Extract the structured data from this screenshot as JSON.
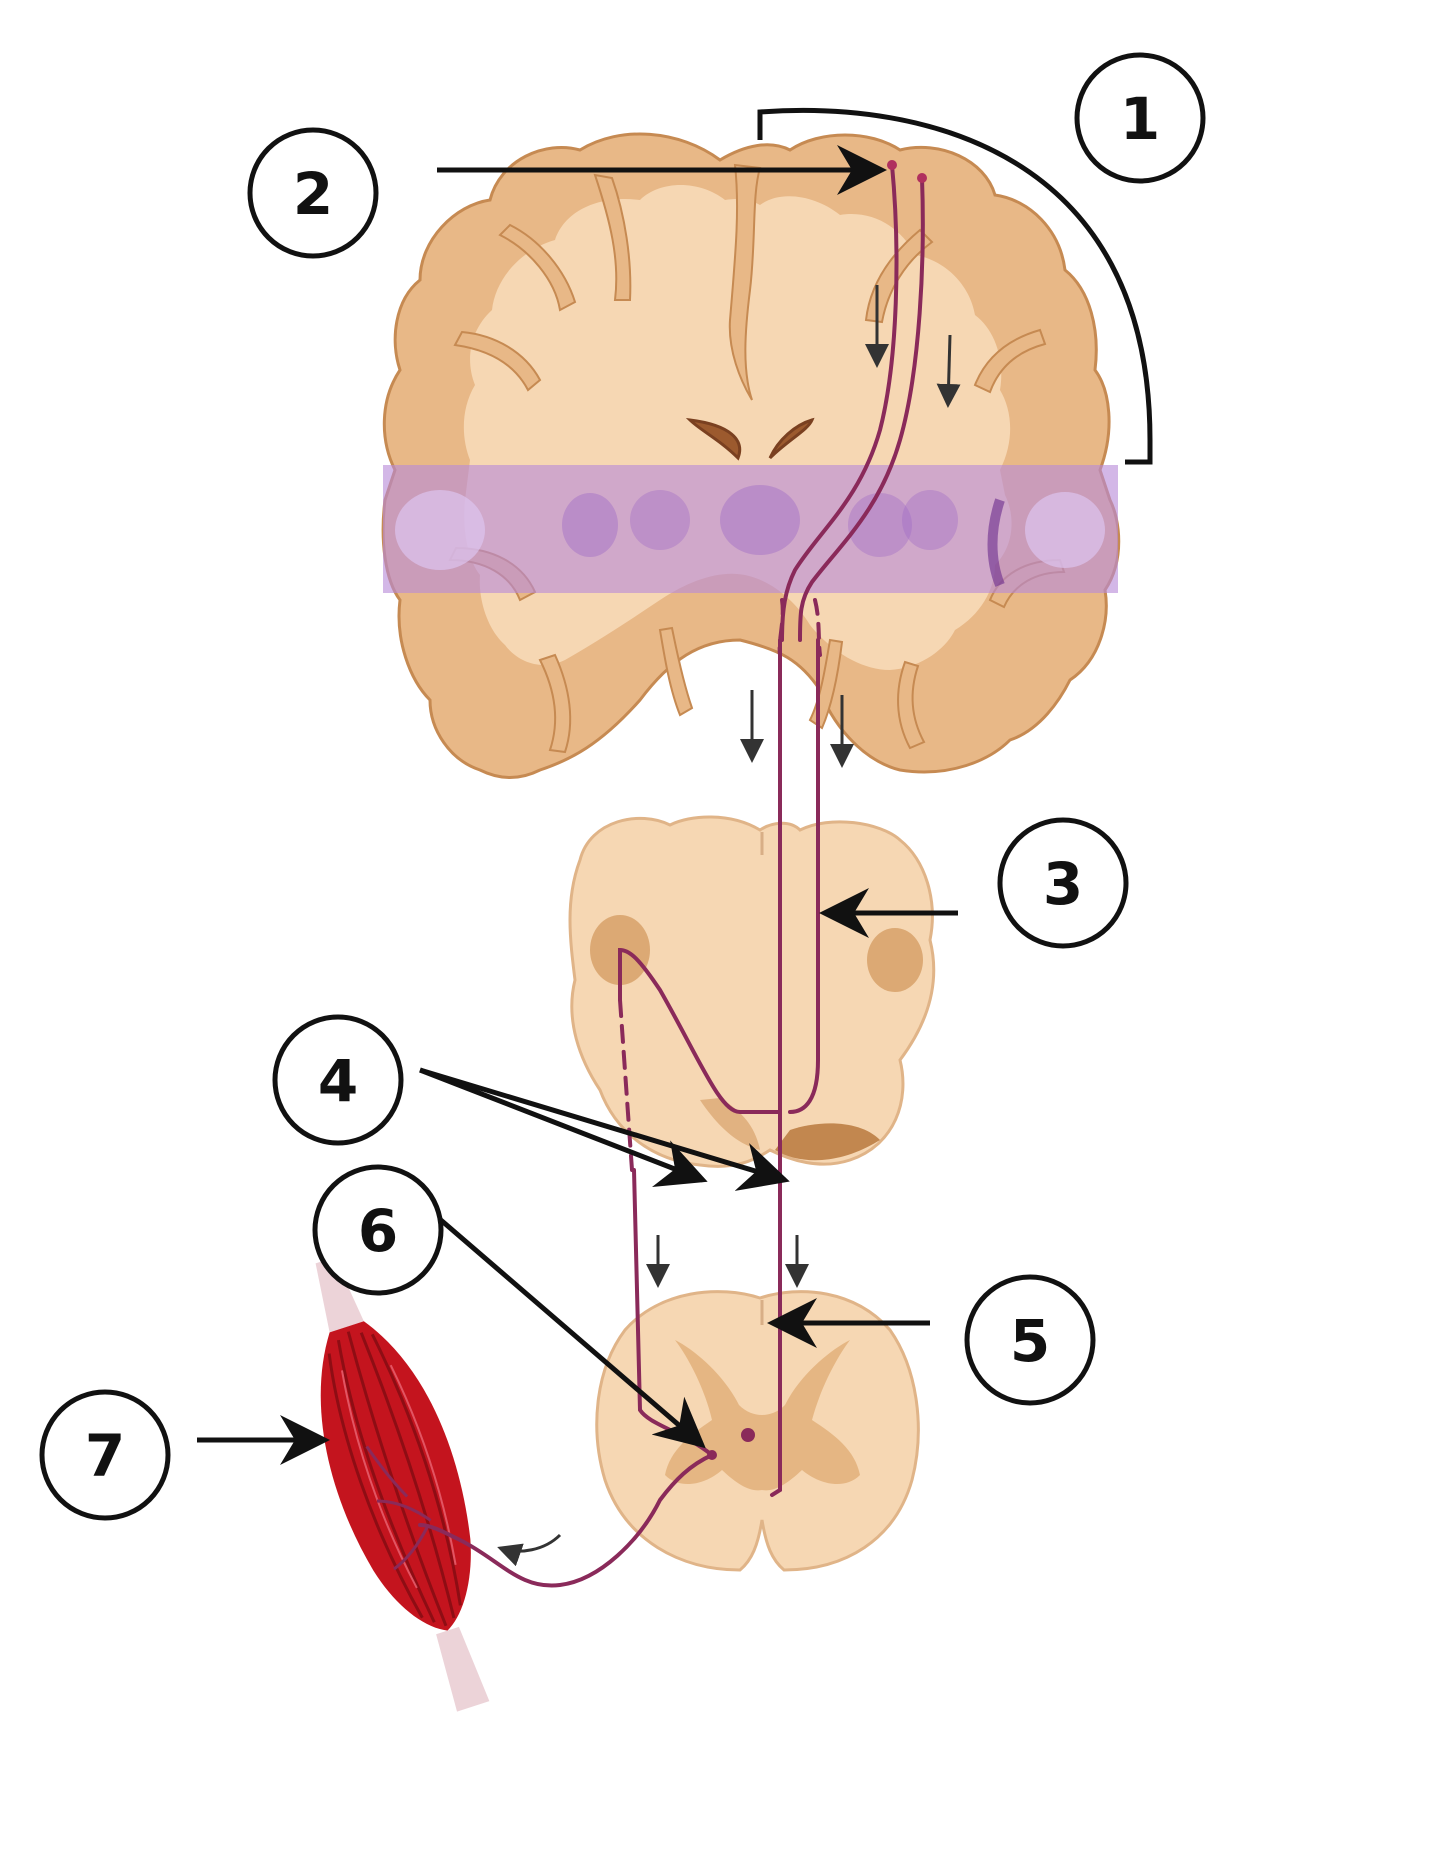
{
  "colors": {
    "tissue_light": "#f6d7b3",
    "tissue_mid": "#e8b887",
    "tissue_dark": "#d39a5f",
    "tissue_outline": "#c68a52",
    "band": "#b88ad8",
    "band_light": "#ddc4f0",
    "tract": "#8a2a5a",
    "muscle": "#c4141e",
    "muscle_dark": "#8e0d14",
    "arrow": "#111111"
  },
  "callouts": [
    {
      "id": "1",
      "label": "1"
    },
    {
      "id": "2",
      "label": "2"
    },
    {
      "id": "3",
      "label": "3"
    },
    {
      "id": "4",
      "label": "4"
    },
    {
      "id": "5",
      "label": "5"
    },
    {
      "id": "6",
      "label": "6"
    },
    {
      "id": "7",
      "label": "7"
    }
  ]
}
